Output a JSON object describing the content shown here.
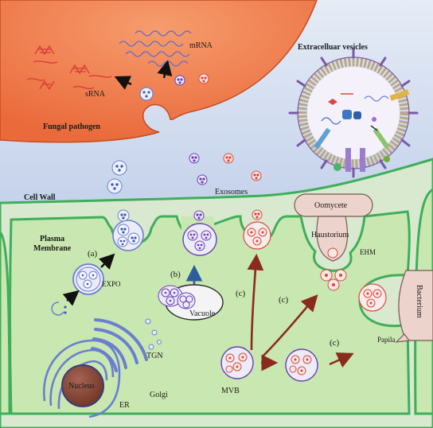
{
  "labels": {
    "mrna": "mRNA",
    "srna": "sRNA",
    "fungal_pathogen": "Fungal pathogen",
    "extracellular_vesicles": "Extracelluar vesicles",
    "cell_wall": "Cell Wall",
    "exosomes": "Exosomes",
    "oomycete": "Oomycete",
    "haustorium": "Haustorium",
    "ehm": "EHM",
    "plasma_membrane_1": "Plasma",
    "plasma_membrane_2": "Membrane",
    "a": "(a)",
    "expo": "EXPO",
    "b": "(b)",
    "c1": "(c)",
    "c2": "(c)",
    "c3": "(c)",
    "vacuole": "Vacuole",
    "bacterium": "Bacterium",
    "papila": "Papila",
    "tgn": "TGN",
    "nucleus": "Nucleus",
    "golgi": "Golgi",
    "er": "ER",
    "mvb": "MVB"
  },
  "colors": {
    "fungus": "#f07a48",
    "background_sky": "#c9d6ee",
    "cell_wall": "#d9e9cf",
    "cell_border": "#3fae5a",
    "cytoplasm": "#c9e7b0",
    "vesicle_fill": "#ecebf8",
    "purple_cargo": "#6a3fb5",
    "red_cargo": "#d64b3f",
    "arrow_red": "#8b2b1e",
    "arrow_blue": "#2e5d9e",
    "nucleus": "#8a4a3a",
    "oomycete": "#ecd3cb"
  }
}
